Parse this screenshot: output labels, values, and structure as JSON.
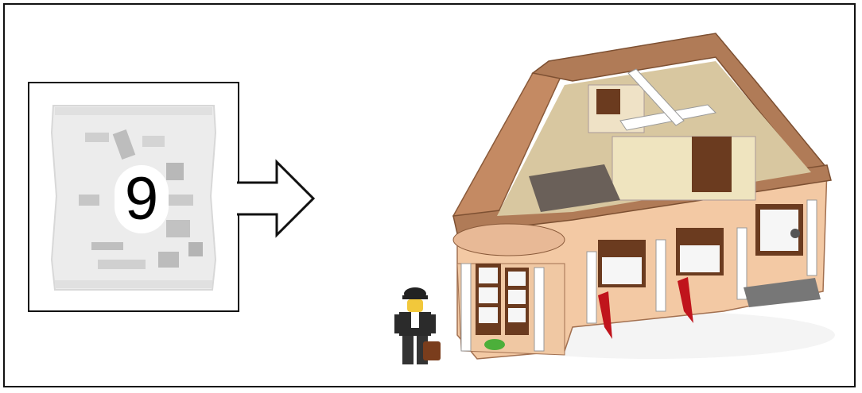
{
  "step": {
    "bag_number": "9"
  },
  "colors": {
    "frame": "#111111",
    "bag": "#e6e6e6",
    "wall_tan": "#f3c9a4",
    "roof_brown": "#b07b57",
    "wood": "#6b3b1f",
    "red": "#c0141c"
  },
  "icons": {
    "bag": "parts-bag-icon",
    "arrow": "right-arrow-icon",
    "model": "corner-building-model",
    "minifig": "minifigure-bowler-hat"
  }
}
